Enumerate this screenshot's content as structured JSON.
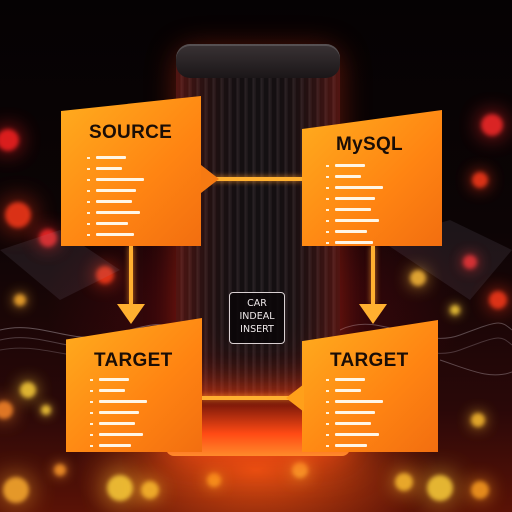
{
  "server": {
    "label_lines": [
      "CAR",
      "INDEAL",
      "INSERT"
    ]
  },
  "cards": {
    "source": {
      "title": "SOURCE",
      "line_count": 8
    },
    "mysql": {
      "title": "MySQL",
      "line_count": 8
    },
    "target_left": {
      "title": "TARGET",
      "line_count": 8
    },
    "target_right": {
      "title": "TARGET",
      "line_count": 8
    }
  },
  "colors": {
    "card_orange": "#ff8412",
    "card_yellow": "#ffad1e",
    "connector": "#ffb030",
    "glow_red": "#ff3a1a"
  }
}
